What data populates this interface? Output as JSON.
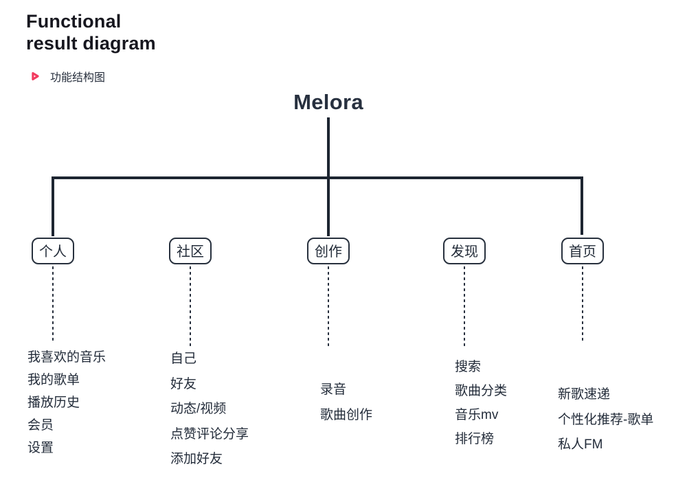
{
  "header": {
    "title_line1": "Functional",
    "title_line2": "result diagram",
    "subtitle": "功能结构图",
    "accent_color": "#f23b5f"
  },
  "diagram": {
    "root": "Melora",
    "line_color": "#1d2531",
    "branches": [
      {
        "label": "个人",
        "items": [
          "我喜欢的音乐",
          "我的歌单",
          "播放历史",
          "会员",
          "设置"
        ]
      },
      {
        "label": "社区",
        "items": [
          "自己",
          "好友",
          "动态/视频",
          "点赞评论分享",
          "添加好友"
        ]
      },
      {
        "label": "创作",
        "items": [
          "录音",
          "歌曲创作"
        ]
      },
      {
        "label": "发现",
        "items": [
          "搜索",
          "歌曲分类",
          "音乐mv",
          "排行榜"
        ]
      },
      {
        "label": "首页",
        "items": [
          "新歌速递",
          "个性化推荐-歌单",
          "私人FM"
        ]
      }
    ]
  }
}
